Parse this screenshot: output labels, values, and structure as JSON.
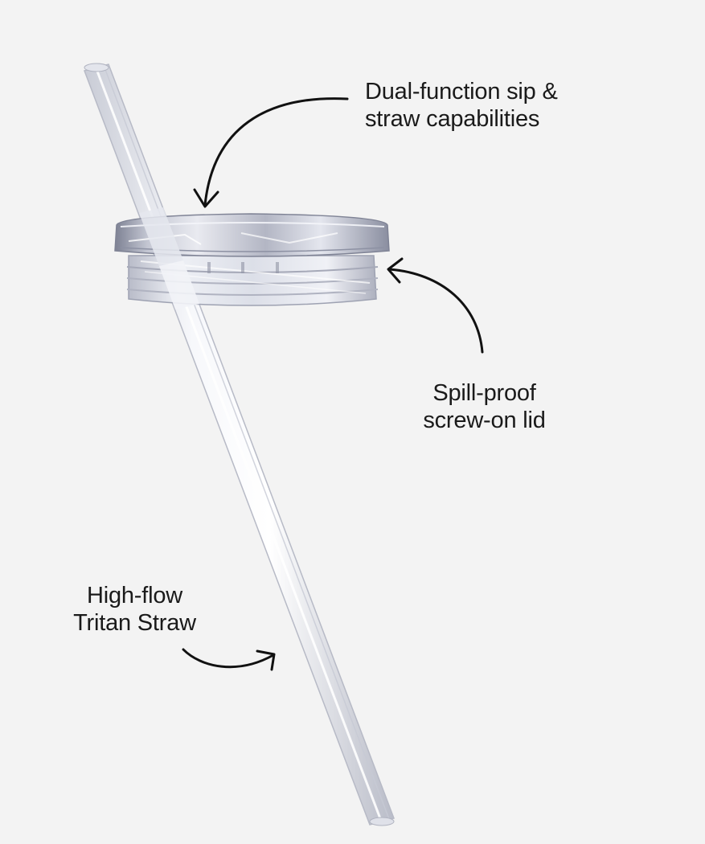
{
  "background_color": "#f3f3f3",
  "text_color": "#1a1a1a",
  "product": {
    "items": [
      "straw",
      "lid"
    ],
    "straw_color": "#e9ecf4",
    "lid_color": "#c9ccd8"
  },
  "callouts": {
    "dual_function": {
      "line1": "Dual-function sip &",
      "line2": "straw capabilities",
      "arrow_icon": "curved-arrow-icon"
    },
    "spill_proof": {
      "line1": "Spill-proof",
      "line2": "screw-on lid",
      "arrow_icon": "curved-arrow-icon"
    },
    "straw": {
      "line1": "High-flow",
      "line2": "Tritan Straw",
      "arrow_icon": "curved-arrow-icon"
    }
  }
}
